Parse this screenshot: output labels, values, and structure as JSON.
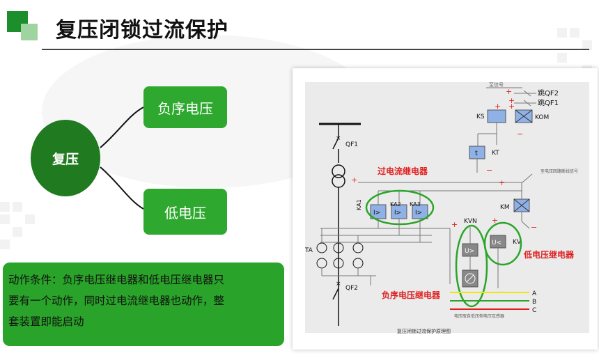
{
  "title": "复压闭锁过流保护",
  "mindmap": {
    "center": "复压",
    "branch_top": "负序电压",
    "branch_bottom": "低电压"
  },
  "condition": {
    "line1": "动作条件：负序电压继电器和低电压继电器只",
    "line2": "要有一个动作，同时过电流继电器也动作，整",
    "line3": "套装置即能启动"
  },
  "diagram": {
    "labels": {
      "trip_qf2": "跳QF2",
      "trip_qf1": "跳QF1",
      "ks": "KS",
      "kom": "KOM",
      "t": "t",
      "kt": "KT",
      "qf1": "QF1",
      "overcurrent": "过电流继电器",
      "ka1": "KA1",
      "ka2": "KA2",
      "ka3": "KA3",
      "km": "KM",
      "kvn": "KVN",
      "u_gt": "U>",
      "kv_sym": "U<",
      "kv": "KV",
      "undervoltage": "低电压继电器",
      "negative_seq": "负序电压继电器",
      "ta": "TA",
      "qf2": "QF2",
      "phase_a": "A",
      "phase_b": "B",
      "phase_c": "C",
      "ka_sym": "I>",
      "signal_note": "至电压回路断线信号",
      "vt_note": "电压取自低压侧电压互感器",
      "caption": "复压闭锁过流保护原理图",
      "top_note": "至信号"
    },
    "colors": {
      "annotation_red": "#e02020",
      "highlight_green": "#2aa52a",
      "relay_blue": "#8fb1e6",
      "phase_a": "#f2e600",
      "phase_b": "#2aa52a",
      "phase_c": "#e02020"
    }
  }
}
